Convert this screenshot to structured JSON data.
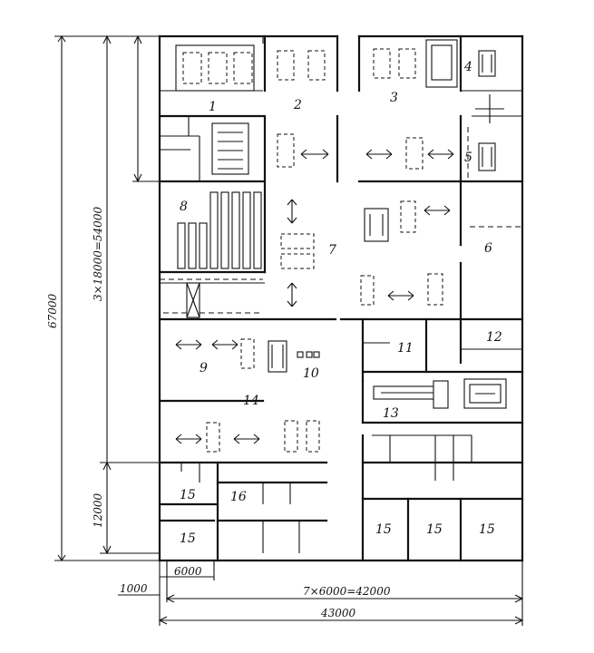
{
  "rooms": [
    "1",
    "2",
    "3",
    "4",
    "5",
    "6",
    "7",
    "8",
    "9",
    "10",
    "11",
    "12",
    "13",
    "14",
    "15",
    "16"
  ],
  "dimensions": {
    "total_height": "67000",
    "bay_height": "3×18000=54000",
    "lower_height": "12000",
    "first_span": "6000",
    "offset": "1000",
    "spans": "7×6000=42000",
    "total_width": "43000"
  }
}
